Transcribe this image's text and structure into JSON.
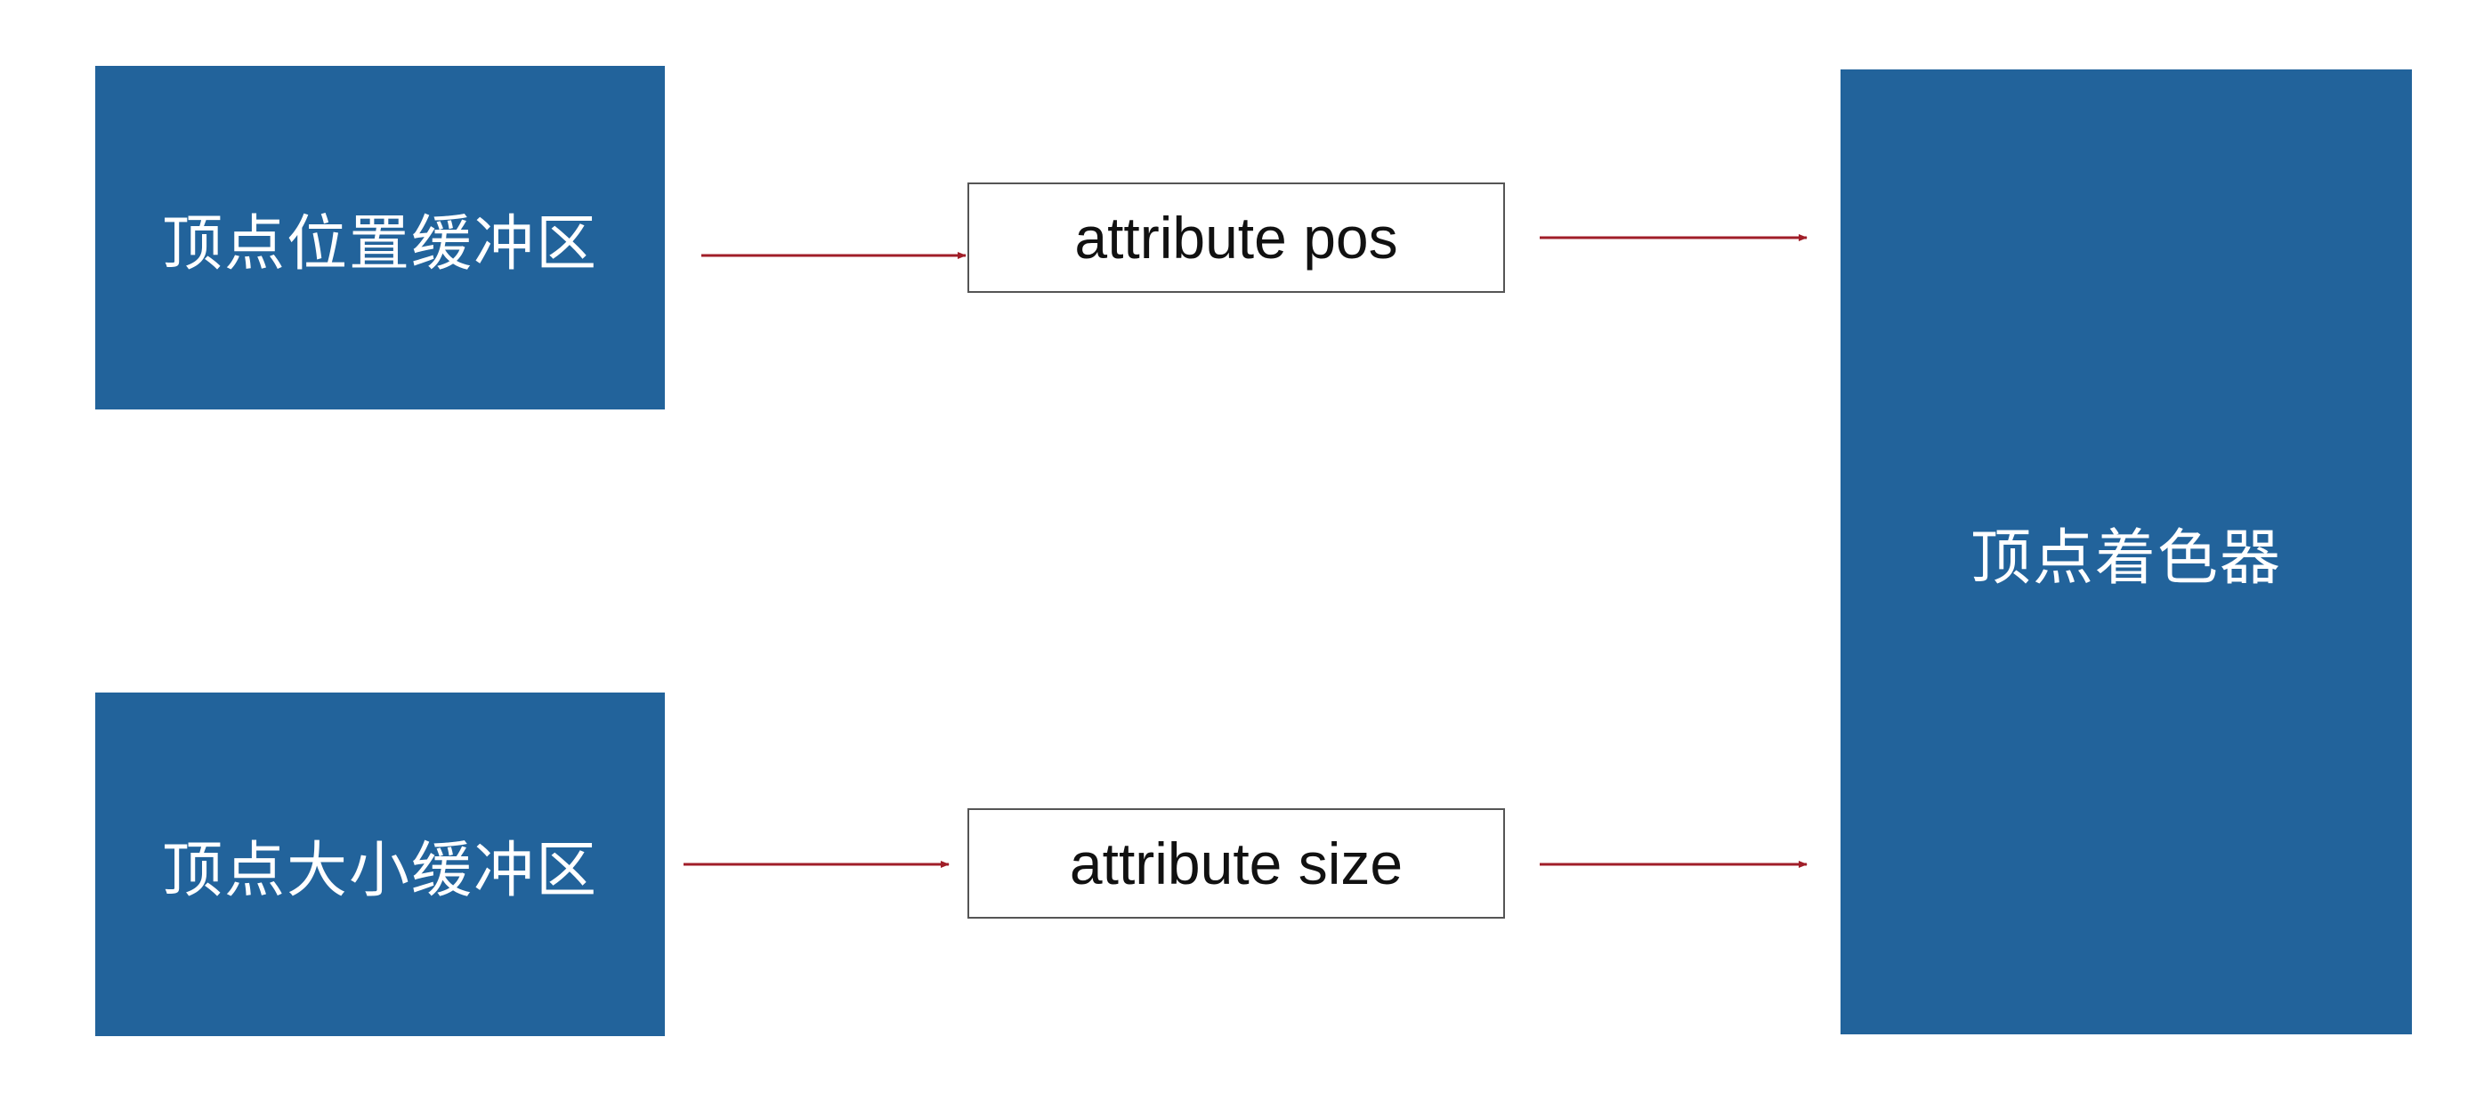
{
  "diagram": {
    "vertex_position_buffer": {
      "label": "顶点位置缓冲区"
    },
    "vertex_size_buffer": {
      "label": "顶点大小缓冲区"
    },
    "vertex_shader": {
      "label": "顶点着色器"
    },
    "attribute_pos": {
      "label": "attribute pos"
    },
    "attribute_size": {
      "label": "attribute size"
    },
    "colors": {
      "block_fill": "#22639b",
      "block_text": "#ffffff",
      "arrow": "#a01e28",
      "attribute_border": "#555555"
    }
  }
}
